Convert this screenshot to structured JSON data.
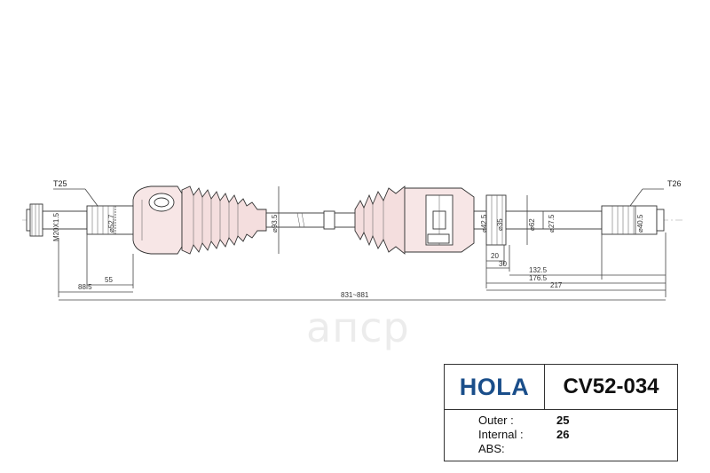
{
  "diagram": {
    "spline_left": "T25",
    "spline_right": "T26",
    "thread": "M20X1.5",
    "dia_527": "⌀52.7",
    "dia_935": "⌀93.5",
    "dia_425": "⌀42.5",
    "dia_35": "⌀35",
    "dia_62": "⌀62",
    "dia_275": "⌀27.5",
    "dia_405": "⌀40.5",
    "len_55": "55",
    "len_885": "88.5",
    "len_total": "831~881",
    "len_20": "20",
    "len_30": "30",
    "len_1325": "132.5",
    "len_1765": "176.5",
    "len_217": "217",
    "watermark": "апср"
  },
  "info": {
    "brand": "HOLA",
    "part_number": "CV52-034",
    "outer_label": "Outer :",
    "outer_value": "25",
    "internal_label": "Internal :",
    "internal_value": "26",
    "abs_label": "ABS:",
    "abs_value": ""
  },
  "colors": {
    "brand": "#1a4e8a",
    "boot_fill": "#f4dede"
  }
}
